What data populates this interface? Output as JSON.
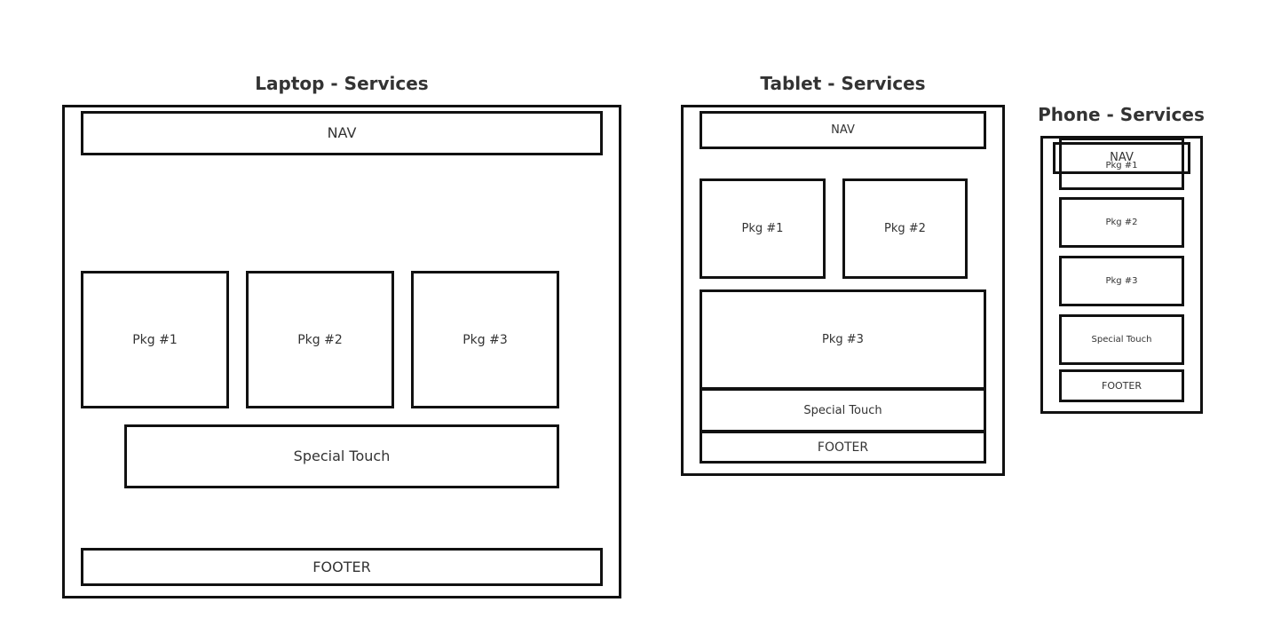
{
  "laptop": {
    "title": "Laptop - Services",
    "nav": "NAV",
    "packages": [
      "Pkg #1",
      "Pkg #2",
      "Pkg #3"
    ],
    "special": "Special Touch",
    "footer": "FOOTER"
  },
  "tablet": {
    "title": "Tablet - Services",
    "nav": "NAV",
    "packages": [
      "Pkg #1",
      "Pkg #2",
      "Pkg #3"
    ],
    "special": "Special Touch",
    "footer": "FOOTER"
  },
  "phone": {
    "title": "Phone - Services",
    "nav": "NAV",
    "packages": [
      "Pkg #1",
      "Pkg #2",
      "Pkg #3"
    ],
    "special": "Special Touch",
    "footer": "FOOTER"
  },
  "colors": {
    "stroke": "#111111",
    "text": "#333333",
    "background": "#ffffff"
  }
}
